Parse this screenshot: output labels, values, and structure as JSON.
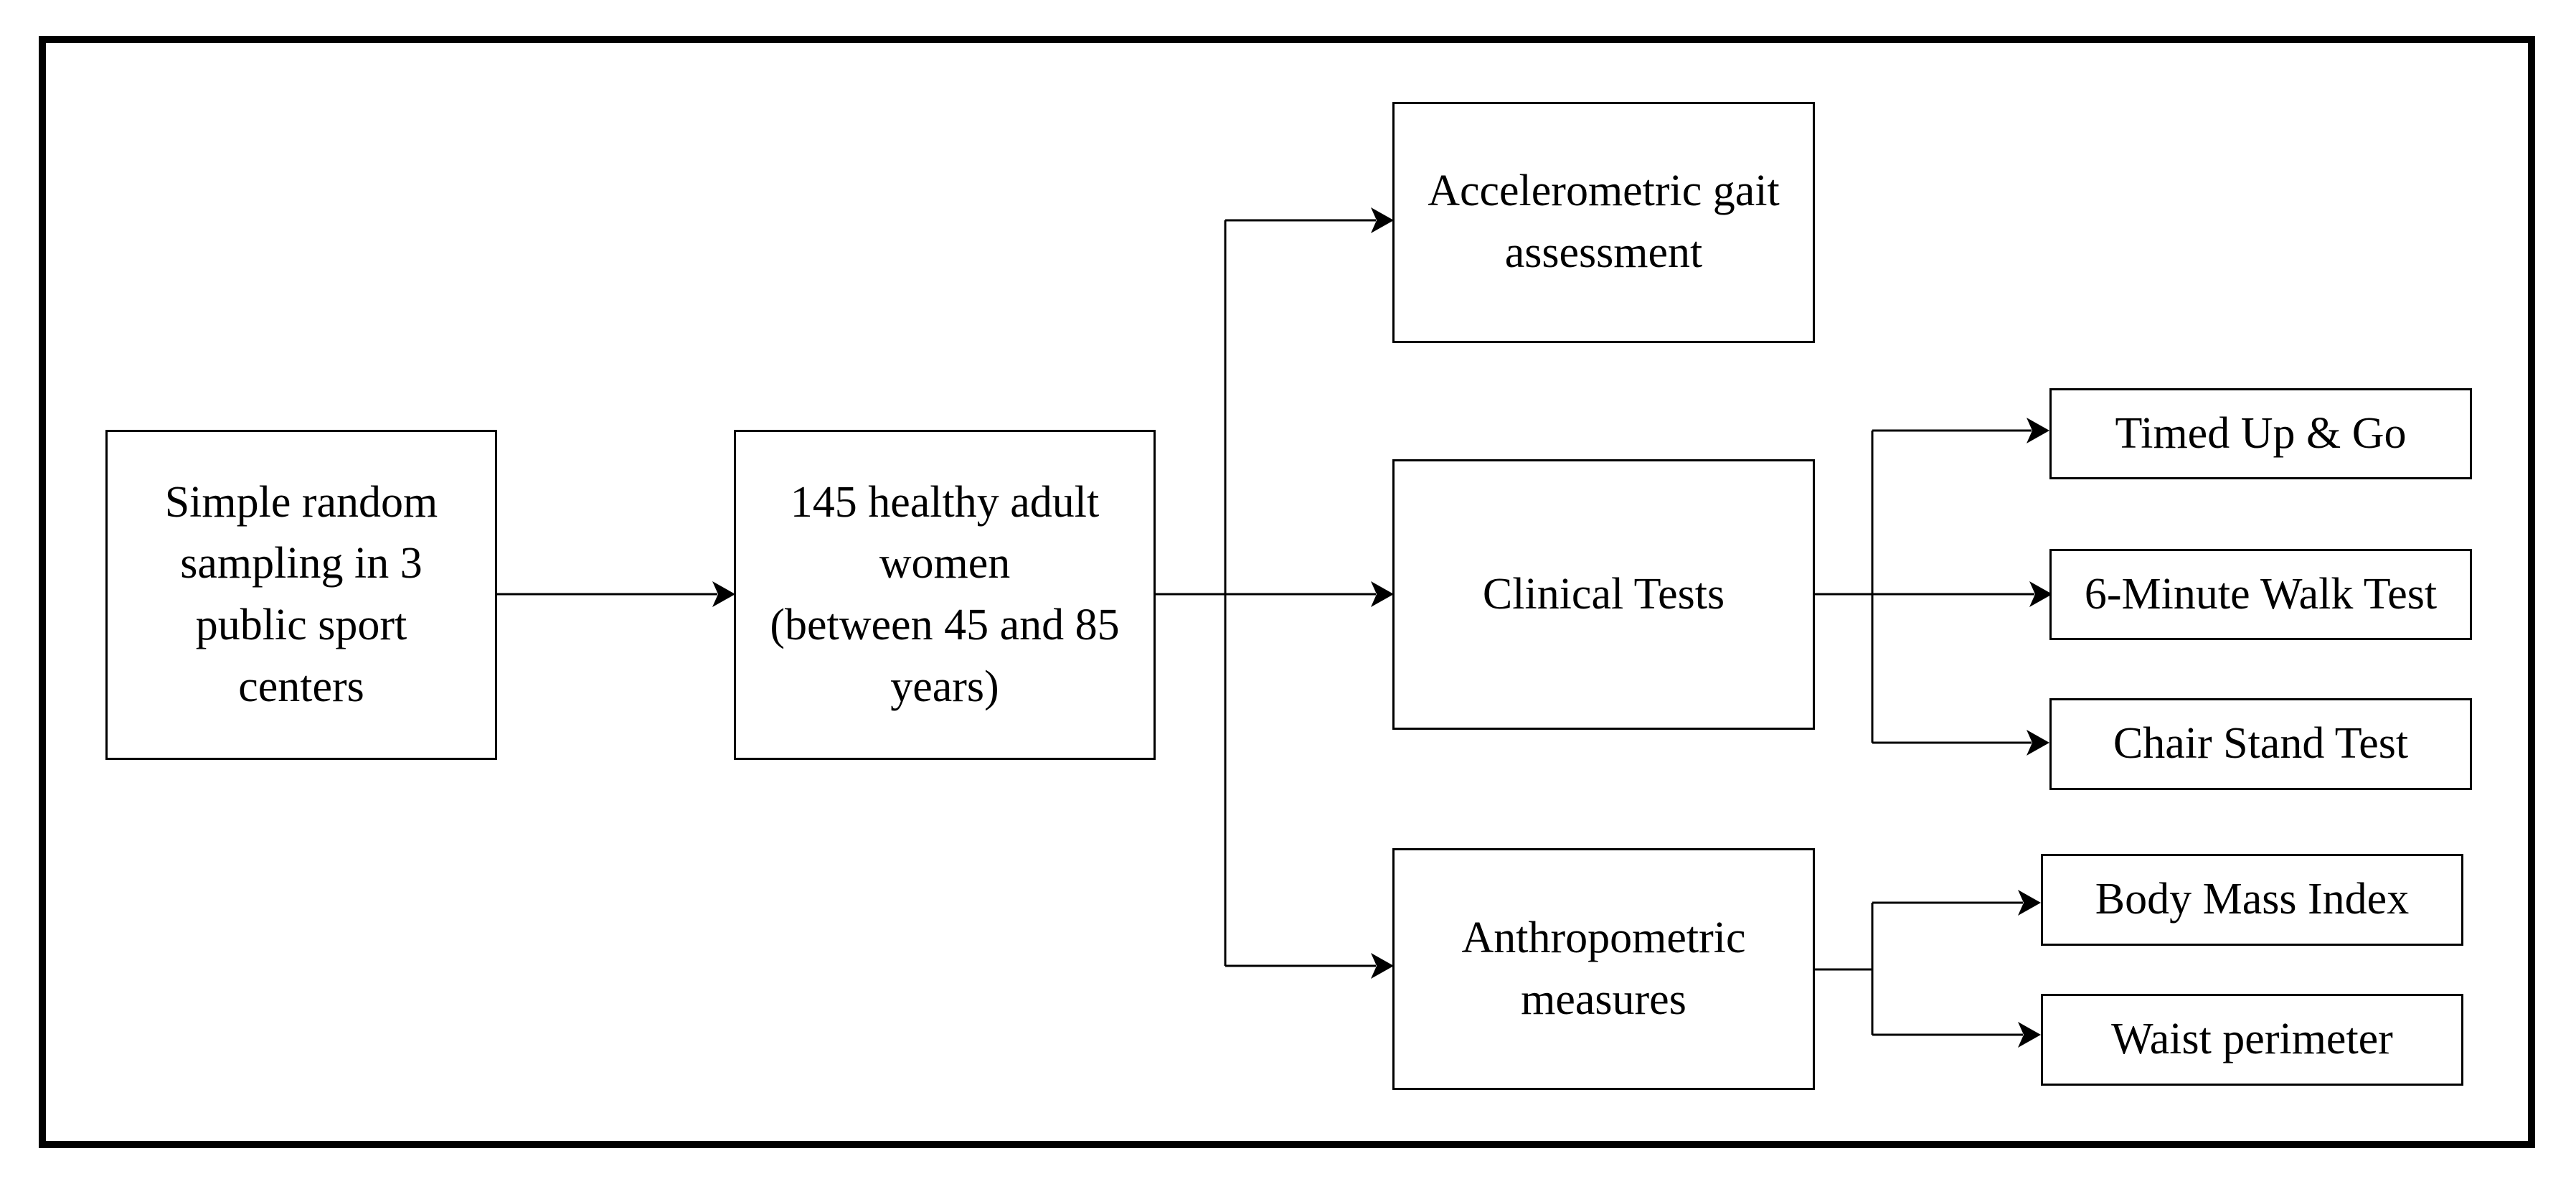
{
  "nodes": {
    "sampling": "Simple random\nsampling in 3\npublic sport\ncenters",
    "population": "145 healthy adult\nwomen\n(between 45 and 85\nyears)",
    "gait": "Accelerometric gait\nassessment",
    "clinical": "Clinical Tests",
    "anthropometric": "Anthropometric\nmeasures",
    "tug": "Timed Up & Go",
    "walk": "6-Minute Walk Test",
    "chair": "Chair Stand Test",
    "bmi": "Body Mass Index",
    "waist": "Waist perimeter"
  },
  "edges": [
    [
      "sampling",
      "population"
    ],
    [
      "population",
      "gait"
    ],
    [
      "population",
      "clinical"
    ],
    [
      "population",
      "anthropometric"
    ],
    [
      "clinical",
      "tug"
    ],
    [
      "clinical",
      "walk"
    ],
    [
      "clinical",
      "chair"
    ],
    [
      "anthropometric",
      "bmi"
    ],
    [
      "anthropometric",
      "waist"
    ]
  ],
  "colors": {
    "line": "#000000",
    "background": "#ffffff"
  }
}
